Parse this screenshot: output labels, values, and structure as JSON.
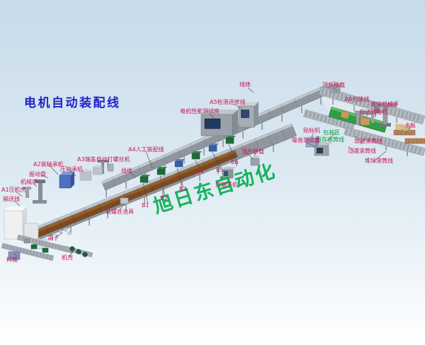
{
  "title": "电机自动装配线",
  "watermark": "旭日东自动化",
  "colors": {
    "title": "#2222cc",
    "label": "#cc1155",
    "label_green": "#00a033",
    "watermark": "#00b050",
    "belt_brown": "#7b4a21",
    "conveyor_gray": "#9aa1a9",
    "belt_green": "#2f9e44",
    "background_top": "#c7dbe9"
  },
  "labels": {
    "line_body_top": "线体",
    "lift_transfer_top": "顶升移载",
    "a6_packing": "A6包装线",
    "stacking_robot": "堆垛机械手",
    "auto_sealer": "自动封箱机",
    "pallet": "卡板",
    "a5_inspection": "A5检测送修线",
    "motor_test_room": "电机性能测试房",
    "labeling_machine": "贴标机",
    "noise_test_room": "噪音测试房",
    "packing_area": "包装区",
    "buffer_roller": "暂存滚筒线",
    "accel_roller": "加速滚筒线",
    "transition_roller": "过渡滚筒线",
    "stacking_roller": "堆垛滚筒线",
    "lift_transfer_mid": "顶升移载",
    "a4_manual": "A4人工装配线",
    "b6": "B6",
    "b5": "B5",
    "b4": "B4",
    "b3": "B3",
    "b2": "B2",
    "b1": "B1",
    "line_body_mid": "线体",
    "a3_screw": "A3端盖自动打螺丝机",
    "a2_bearing": "A2装轴承机",
    "bearing_press": "压轴承机",
    "vibration_bowl": "振动盘",
    "robot_hand": "机械手",
    "a1_press": "A1压机壳",
    "conveyor_line": "输送线",
    "terminal_machine": "打端子机",
    "screw_fixture": "装螺丝治具",
    "cover": "盖子",
    "shell": "机壳",
    "material_box": "料箱"
  }
}
